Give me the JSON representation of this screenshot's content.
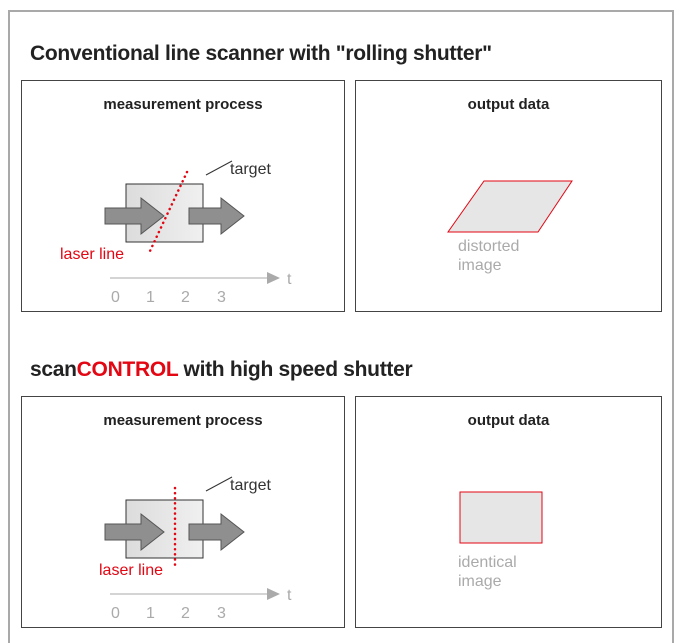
{
  "sections": [
    {
      "title": "Conventional line scanner with \"rolling shutter\"",
      "title_parts": [
        "Conventional line scanner with \"rolling shutter\""
      ],
      "process_panel": {
        "title": "measurement process",
        "target_label": "target",
        "laser_label": "laser line",
        "time_axis_label": "t",
        "ticks": [
          "0",
          "1",
          "2",
          "3"
        ]
      },
      "output_panel": {
        "title": "output data",
        "caption_line1": "distorted",
        "caption_line2": "image"
      }
    },
    {
      "title_parts": [
        "scan",
        "CONTROL",
        " with high speed shutter"
      ],
      "process_panel": {
        "title": "measurement process",
        "target_label": "target",
        "laser_label": "laser line",
        "time_axis_label": "t",
        "ticks": [
          "0",
          "1",
          "2",
          "3"
        ]
      },
      "output_panel": {
        "title": "output data",
        "caption_line1": "identical",
        "caption_line2": "image"
      }
    }
  ],
  "colors": {
    "accent_red": "#e30613",
    "frame_gray": "#a9a9a9",
    "caption_gray": "#aaaaaa",
    "arrow_gray": "#8f8f8f",
    "target_fill": "#e6e6e6"
  }
}
